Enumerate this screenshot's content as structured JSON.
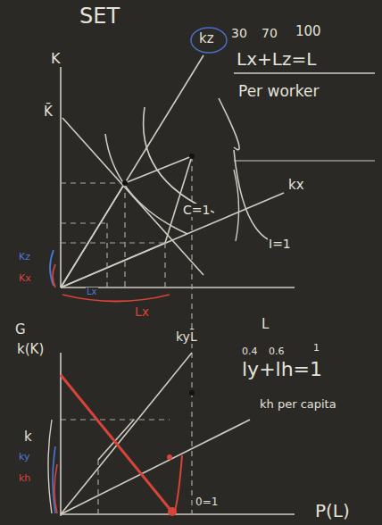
{
  "diagram": {
    "title": "SET",
    "labels": [
      "K",
      "kz",
      "30",
      "70",
      "100",
      "Lx+Lz=L",
      "Per worker",
      "K̄",
      "kx",
      "C=1",
      "Kz",
      "Kx",
      "I=1",
      "Lx",
      "Lx",
      "L",
      "G",
      "k(K)",
      "kyL̄",
      "0.4",
      "0.6",
      "1",
      "ly+lh=1",
      "kh per capita",
      "k",
      "ky",
      "kh",
      "0=1",
      "P(L)"
    ]
  }
}
